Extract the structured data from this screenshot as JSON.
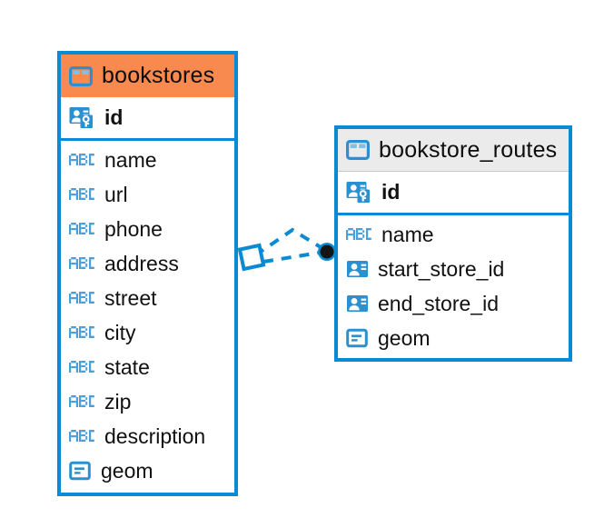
{
  "diagram": {
    "type": "entity-relationship-diagram",
    "accent_color": "#0a8ad2",
    "highlight_color": "#f98a4f",
    "header_gray": "#ebebeb",
    "icon_blue": "#4a9fd8"
  },
  "entities": [
    {
      "name": "bookstores",
      "header_style": "orange",
      "table_icon": "table-grid-icon",
      "primary_key": {
        "label": "id",
        "icon": "primary-key-icon"
      },
      "fields": [
        {
          "label": "name",
          "icon": "text-abc-icon",
          "icon_text": "ABC"
        },
        {
          "label": "url",
          "icon": "text-abc-icon",
          "icon_text": "ABC"
        },
        {
          "label": "phone",
          "icon": "text-abc-icon",
          "icon_text": "ABC"
        },
        {
          "label": "address",
          "icon": "text-abc-icon",
          "icon_text": "ABC"
        },
        {
          "label": "street",
          "icon": "text-abc-icon",
          "icon_text": "ABC"
        },
        {
          "label": "city",
          "icon": "text-abc-icon",
          "icon_text": "ABC"
        },
        {
          "label": "state",
          "icon": "text-abc-icon",
          "icon_text": "ABC"
        },
        {
          "label": "zip",
          "icon": "text-abc-icon",
          "icon_text": "ABC"
        },
        {
          "label": "description",
          "icon": "text-abc-icon",
          "icon_text": "ABC"
        },
        {
          "label": "geom",
          "icon": "geometry-icon",
          "icon_text": ""
        }
      ]
    },
    {
      "name": "bookstore_routes",
      "header_style": "gray",
      "table_icon": "table-grid-icon",
      "primary_key": {
        "label": "id",
        "icon": "primary-key-icon"
      },
      "fields": [
        {
          "label": "name",
          "icon": "text-abc-icon",
          "icon_text": "ABC"
        },
        {
          "label": "start_store_id",
          "icon": "foreign-key-icon",
          "icon_text": ""
        },
        {
          "label": "end_store_id",
          "icon": "foreign-key-icon",
          "icon_text": ""
        },
        {
          "label": "geom",
          "icon": "geometry-icon",
          "icon_text": ""
        }
      ]
    }
  ],
  "relationship": {
    "source_endpoint": "diamond",
    "target_endpoint": "filled-circle",
    "line_style": "dashed",
    "color": "#0a8ad2",
    "connections": 2
  }
}
